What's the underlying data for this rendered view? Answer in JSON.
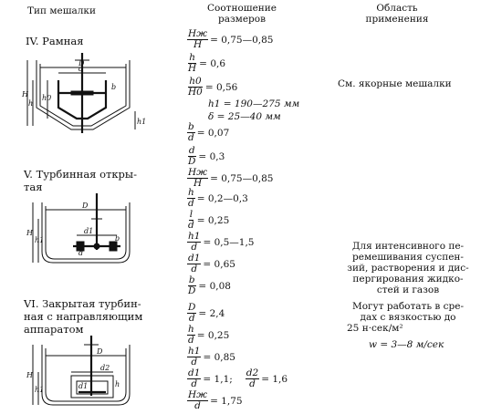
{
  "headers": {
    "col1": "Тип мешалки",
    "col2_line1": "Соотношение",
    "col2_line2": "размеров",
    "col3_line1": "Область",
    "col3_line2": "применения"
  },
  "sections": {
    "ramnaya": {
      "title": "IV. Рамная",
      "rows": [
        {
          "num": "Hж",
          "den": "H",
          "value": "0,75—0,85"
        },
        {
          "num": "h",
          "den": "H",
          "value": "0,6"
        },
        {
          "num": "h0",
          "den": "H0",
          "value": "0,56"
        },
        {
          "text": "h1 = 190—275 мм"
        },
        {
          "text": "δ = 25—40 мм"
        },
        {
          "num": "b",
          "den": "d",
          "value": "0,07"
        }
      ],
      "application": "См. якорные мешалки"
    },
    "turbine_open": {
      "title_line1": "V. Турбинная откры-",
      "title_line2": "тая",
      "rows": [
        {
          "num": "d",
          "den": "D",
          "value": "0,3"
        },
        {
          "num": "Hж",
          "den": "H",
          "value": "0,75—0,85"
        },
        {
          "num": "h",
          "den": "d",
          "value": "0,2—0,3"
        },
        {
          "num": "l",
          "den": "d",
          "value": "0,25"
        },
        {
          "num": "h1",
          "den": "d",
          "value": "0,5—1,5"
        },
        {
          "num": "d1",
          "den": "d",
          "value": "0,65"
        },
        {
          "num": "b",
          "den": "D",
          "value": "0,08"
        }
      ],
      "application_lines": [
        "Для интенсивного пе-",
        "ремешивания суспен-",
        "зий, растворения и дис-",
        "пергирования жидко-",
        "стей и газов"
      ],
      "application2_lines": [
        "Могут работать в сре-",
        "дах с вязкостью до",
        "25 н·сек/м²"
      ],
      "speed": "w = 3—8 м/сек"
    },
    "turbine_closed": {
      "title_line1": "VI. Закрытая турбин-",
      "title_line2": "ная с направляющим",
      "title_line3": "аппаратом",
      "rows": [
        {
          "num": "D",
          "den": "d",
          "value": "2,4"
        },
        {
          "num": "h",
          "den": "d",
          "value": "0,25"
        },
        {
          "num": "h1",
          "den": "d",
          "value": "0,85"
        },
        {
          "num": "d1",
          "den": "d",
          "value": "1,1;",
          "num2": "d2",
          "den2": "d",
          "value2": "1,6"
        },
        {
          "num": "Hж",
          "den": "d",
          "value": "1,75"
        }
      ]
    }
  },
  "diagram_labels": {
    "D": "D",
    "H": "H",
    "h": "h",
    "h0": "h0",
    "h1": "h1",
    "d": "d",
    "d1": "d1",
    "d2": "d2",
    "l": "l",
    "b": "b",
    "delta": "δ"
  }
}
